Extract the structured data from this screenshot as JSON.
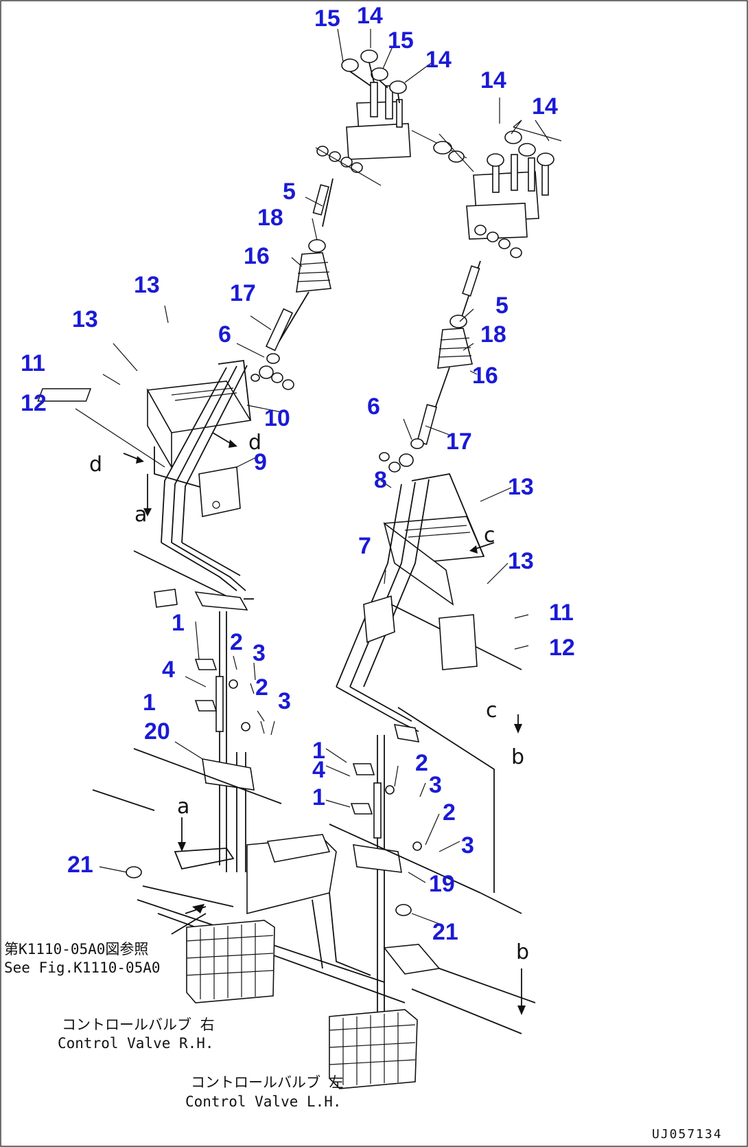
{
  "colors": {
    "callout": "#1a1ad6",
    "line": "#111111",
    "background": "#ffffff"
  },
  "callouts": [
    {
      "id": "c15a",
      "text": "15"
    },
    {
      "id": "c14a",
      "text": "14"
    },
    {
      "id": "c15b",
      "text": "15"
    },
    {
      "id": "c14b",
      "text": "14"
    },
    {
      "id": "c14c",
      "text": "14"
    },
    {
      "id": "c14d",
      "text": "14"
    },
    {
      "id": "c5a",
      "text": "5"
    },
    {
      "id": "c18a",
      "text": "18"
    },
    {
      "id": "c16a",
      "text": "16"
    },
    {
      "id": "c13a",
      "text": "13"
    },
    {
      "id": "c17a",
      "text": "17"
    },
    {
      "id": "c13b",
      "text": "13"
    },
    {
      "id": "c6a",
      "text": "6"
    },
    {
      "id": "c11a",
      "text": "11"
    },
    {
      "id": "c12a",
      "text": "12"
    },
    {
      "id": "c10",
      "text": "10"
    },
    {
      "id": "c9",
      "text": "9"
    },
    {
      "id": "c5b",
      "text": "5"
    },
    {
      "id": "c18b",
      "text": "18"
    },
    {
      "id": "c16b",
      "text": "16"
    },
    {
      "id": "c6b",
      "text": "6"
    },
    {
      "id": "c17b",
      "text": "17"
    },
    {
      "id": "c8",
      "text": "8"
    },
    {
      "id": "c13c",
      "text": "13"
    },
    {
      "id": "c7",
      "text": "7"
    },
    {
      "id": "c13d",
      "text": "13"
    },
    {
      "id": "c11b",
      "text": "11"
    },
    {
      "id": "c12b",
      "text": "12"
    },
    {
      "id": "c1a",
      "text": "1"
    },
    {
      "id": "c2a",
      "text": "2"
    },
    {
      "id": "c3a",
      "text": "3"
    },
    {
      "id": "c4a",
      "text": "4"
    },
    {
      "id": "c2b",
      "text": "2"
    },
    {
      "id": "c1b",
      "text": "1"
    },
    {
      "id": "c3b",
      "text": "3"
    },
    {
      "id": "c20",
      "text": "20"
    },
    {
      "id": "c1c",
      "text": "1"
    },
    {
      "id": "c2c",
      "text": "2"
    },
    {
      "id": "c4b",
      "text": "4"
    },
    {
      "id": "c3c",
      "text": "3"
    },
    {
      "id": "c1d",
      "text": "1"
    },
    {
      "id": "c2d",
      "text": "2"
    },
    {
      "id": "c3d",
      "text": "3"
    },
    {
      "id": "c21a",
      "text": "21"
    },
    {
      "id": "c19",
      "text": "19"
    },
    {
      "id": "c21b",
      "text": "21"
    }
  ],
  "letters": [
    {
      "id": "la1",
      "text": "d"
    },
    {
      "id": "la2",
      "text": "d"
    },
    {
      "id": "la3",
      "text": "a"
    },
    {
      "id": "la4",
      "text": "c"
    },
    {
      "id": "la5",
      "text": "c"
    },
    {
      "id": "la6",
      "text": "b"
    },
    {
      "id": "la7",
      "text": "a"
    },
    {
      "id": "la8",
      "text": "b"
    }
  ],
  "captions": {
    "see_fig_jp": "第K1110-05A0図参照",
    "see_fig_en": "See Fig.K1110-05A0",
    "cv_rh_jp": "コントロールバルブ 右",
    "cv_rh_en": "Control Valve R.H.",
    "cv_lh_jp": "コントロールバルブ 左",
    "cv_lh_en": "Control Valve L.H.",
    "drawing_no": "UJ057134"
  }
}
